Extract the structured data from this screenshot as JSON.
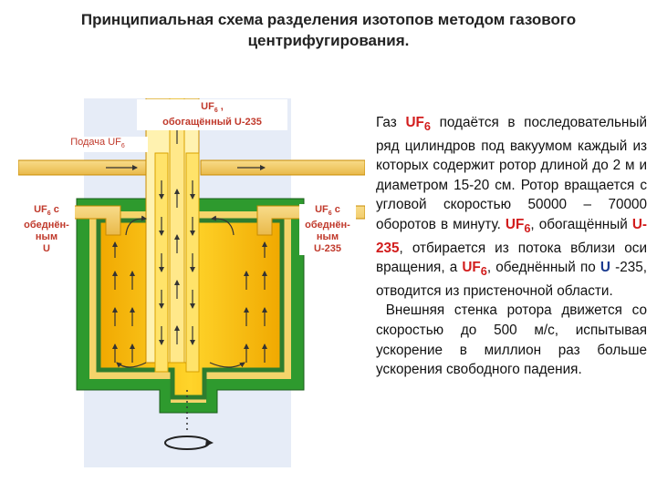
{
  "title_line1": "Принципиальная схема разделения изотопов методом газового",
  "title_line2": "центрифугирования.",
  "labels": {
    "top_enriched_a": "UF",
    "top_enriched_sub": "6",
    "top_enriched_b": " ,",
    "top_enriched_c": "обогащённый U-235",
    "feed_a": "Подача UF",
    "feed_sub": "6",
    "left_depleted_a": "UF",
    "left_depleted_sub": "6",
    "left_depleted_b": " с",
    "left_depleted_c": "обеднён-",
    "left_depleted_d": "ным",
    "left_depleted_e": "U",
    "right_depleted_a": "UF",
    "right_depleted_sub": "6",
    "right_depleted_b": " с",
    "right_depleted_c": "обеднён-",
    "right_depleted_d": "ным",
    "right_depleted_e": "U-235"
  },
  "description": {
    "p1_a": "Газ ",
    "p1_uf": "UF",
    "p1_sub": "6",
    "p1_b": " подаётся в последовательный ряд цилиндров под вакуумом каждый из которых содержит ротор длиной до 2 м и диаметром 15-20 см. Ротор вращается с угловой скоростью 50000 – 70000 оборотов в минуту. ",
    "p1_uf2": "UF",
    "p1_sub2": "6",
    "p1_c": ", обогащённый ",
    "p1_u235": "U-235",
    "p1_d": ", отбирается из потока вблизи оси вращения, а ",
    "p1_uf3": "UF",
    "p1_sub3": "6",
    "p1_e": ", обеднённый по ",
    "p1_u": "U",
    "p1_f": " -235, отводится из пристеночной области.",
    "p2": "Внешняя стенка ротора движется со скоростью до 500 м/с, испытывая ускорение в миллион раз больше ускорения свободного падения."
  },
  "colors": {
    "green": "#2e9a2e",
    "yellow": "#f5c400",
    "pipe": "#f3d07a",
    "red_label": "#c0392b",
    "highlight_red": "#d21d1d",
    "highlight_blue": "#1a3a8f"
  }
}
